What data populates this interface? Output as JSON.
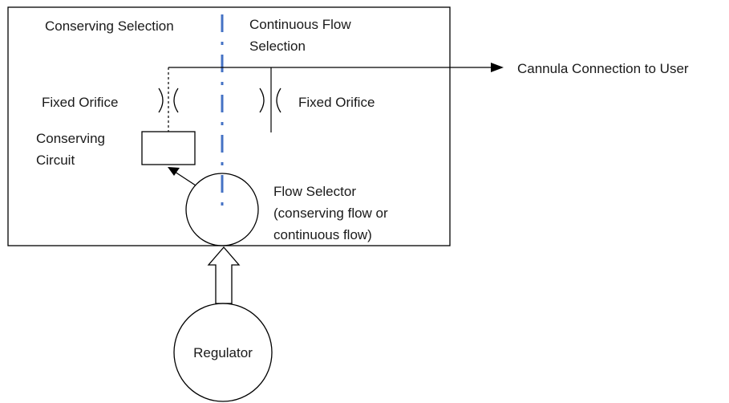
{
  "diagram": {
    "labels": {
      "conserving_selection": "Conserving Selection",
      "continuous_flow_line1": "Continuous Flow",
      "continuous_flow_line2": "Selection",
      "cannula_connection": "Cannula Connection to User",
      "fixed_orifice_left": "Fixed Orifice",
      "fixed_orifice_right": "Fixed Orifice",
      "conserving_circuit_line1": "Conserving",
      "conserving_circuit_line2": "Circuit",
      "flow_selector_line1": "Flow Selector",
      "flow_selector_line2": "(conserving flow or",
      "flow_selector_line3": "continuous flow)",
      "regulator": "Regulator"
    },
    "colors": {
      "stroke": "#000000",
      "text": "#1a1a1a",
      "divider": "#4472C4",
      "background": "#ffffff"
    }
  }
}
